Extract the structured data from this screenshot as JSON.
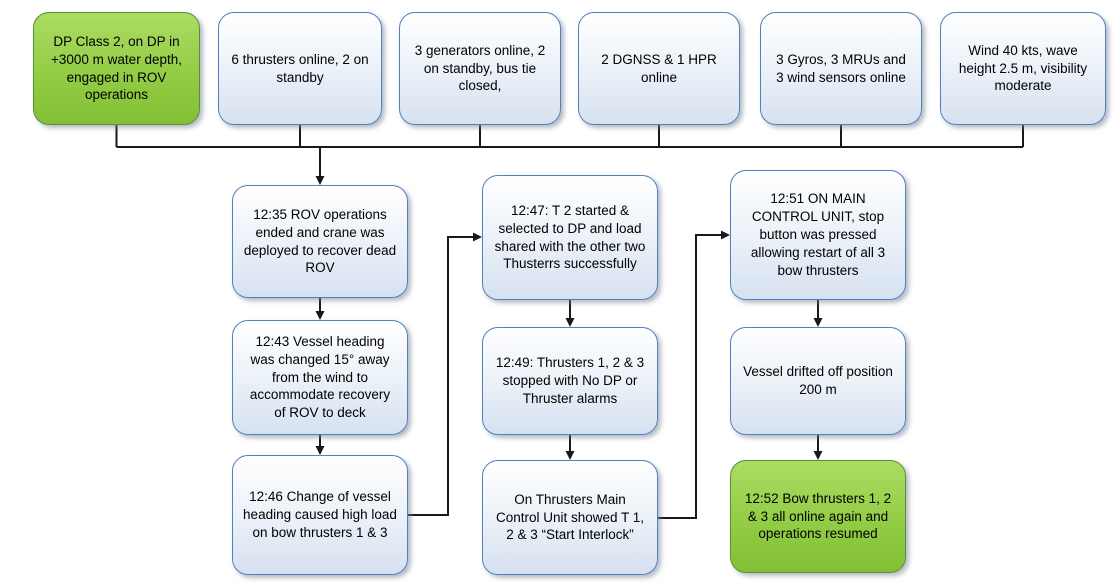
{
  "colors": {
    "box_border_blue": "#4f81bd",
    "box_fill_blue_bottom": "#d6e1f0",
    "highlight_green": "#8cc63e",
    "highlight_green_border": "#549235",
    "connector": "#17181c"
  },
  "top_row": [
    "DP Class 2, on DP in +3000 m water depth, engaged in ROV operations",
    "6 thrusters online, 2 on standby",
    "3 generators online, 2 on standby, bus tie closed,",
    "2 DGNSS & 1 HPR online",
    "3 Gyros, 3 MRUs and 3 wind sensors online",
    "Wind 40 kts, wave height 2.5 m, visibility moderate"
  ],
  "col1": [
    "12:35 ROV operations ended and crane was deployed to recover dead ROV",
    "12:43 Vessel heading was changed 15° away from the wind to accommodate recovery of ROV to deck",
    "12:46 Change of vessel heading caused high load on bow thrusters 1 & 3"
  ],
  "col2": [
    "12:47: T 2 started & selected to DP and load shared with the other two Thusterrs successfully",
    "12:49: Thrusters 1, 2 & 3 stopped with No DP or Thruster alarms",
    "On Thrusters Main Control Unit showed T 1, 2 & 3 “Start Interlock”"
  ],
  "col3": [
    "12:51 ON MAIN CONTROL UNIT, stop button was pressed allowing restart of all 3 bow thrusters",
    "Vessel drifted off position 200 m",
    "12:52 Bow thrusters 1, 2 & 3 all online again and operations resumed"
  ]
}
